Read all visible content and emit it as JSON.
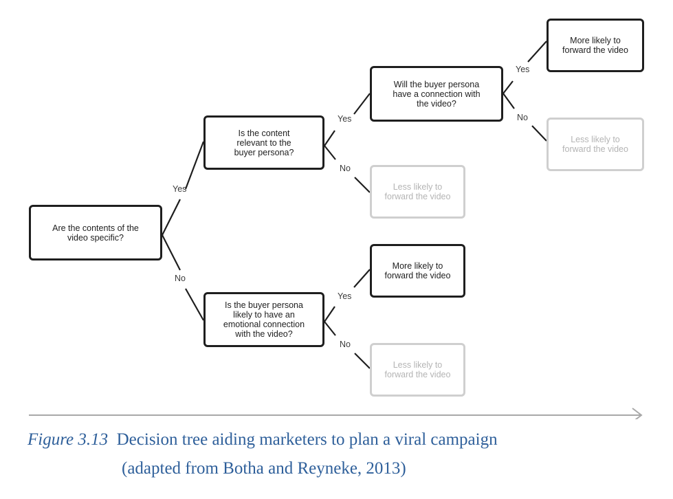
{
  "nodes": {
    "root": "Are the contents of the\nvideo specific?",
    "relevant": "Is the content\nrelevant to the\nbuyer persona?",
    "emotional": "Is the buyer persona\nlikely to have an\nemotional connection\nwith the video?",
    "connection": "Will the buyer persona\nhave a connection with\nthe video?",
    "more_top": "More likely to\nforward the video",
    "less_top": "Less likely to\nforward the video",
    "less_mid": "Less likely to\nforward the video",
    "more_bottom": "More likely to\nforward the video",
    "less_bottom": "Less likely to\nforward the video"
  },
  "edges": {
    "root_yes": "Yes",
    "root_no": "No",
    "relevant_yes": "Yes",
    "relevant_no": "No",
    "connection_yes": "Yes",
    "connection_no": "No",
    "emotional_yes": "Yes",
    "emotional_no": "No"
  },
  "caption": {
    "figure_label": "Figure 3.13",
    "title": "Decision tree aiding marketers to plan a viral campaign",
    "source": "(adapted from Botha and Reyneke, 2013)"
  },
  "colors": {
    "decision_border": "#1e1e1e",
    "faded_border": "#cfcfcf",
    "caption": "#2e5f9a"
  }
}
